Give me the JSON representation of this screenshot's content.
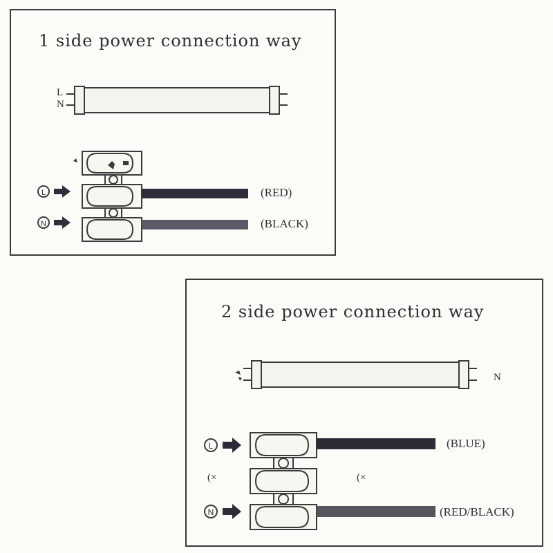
{
  "diagram_1": {
    "title": "1 side power connection way",
    "tube_labels": [
      "L",
      "N"
    ],
    "terminals": [
      {
        "symbol": "L",
        "wire_label": "(RED)",
        "wire_color": "#2e2e3a"
      },
      {
        "symbol": "N",
        "wire_label": "(BLACK)",
        "wire_color": "#5a5a66"
      }
    ]
  },
  "diagram_2": {
    "title": "2 side power connection way",
    "tube_right_label": "N",
    "terminals": [
      {
        "symbol": "L",
        "wire_label": "(BLUE)",
        "wire_color": "#2c2c36"
      },
      {
        "symbol": "N",
        "wire_label": "(RED/BLACK)",
        "wire_color": "#55555f"
      }
    ],
    "cross_marks": [
      "(×",
      "(×"
    ]
  },
  "colors": {
    "line": "#3a3a3a",
    "tube_fill": "#f4f4ee",
    "background": "#fbfbf7"
  }
}
